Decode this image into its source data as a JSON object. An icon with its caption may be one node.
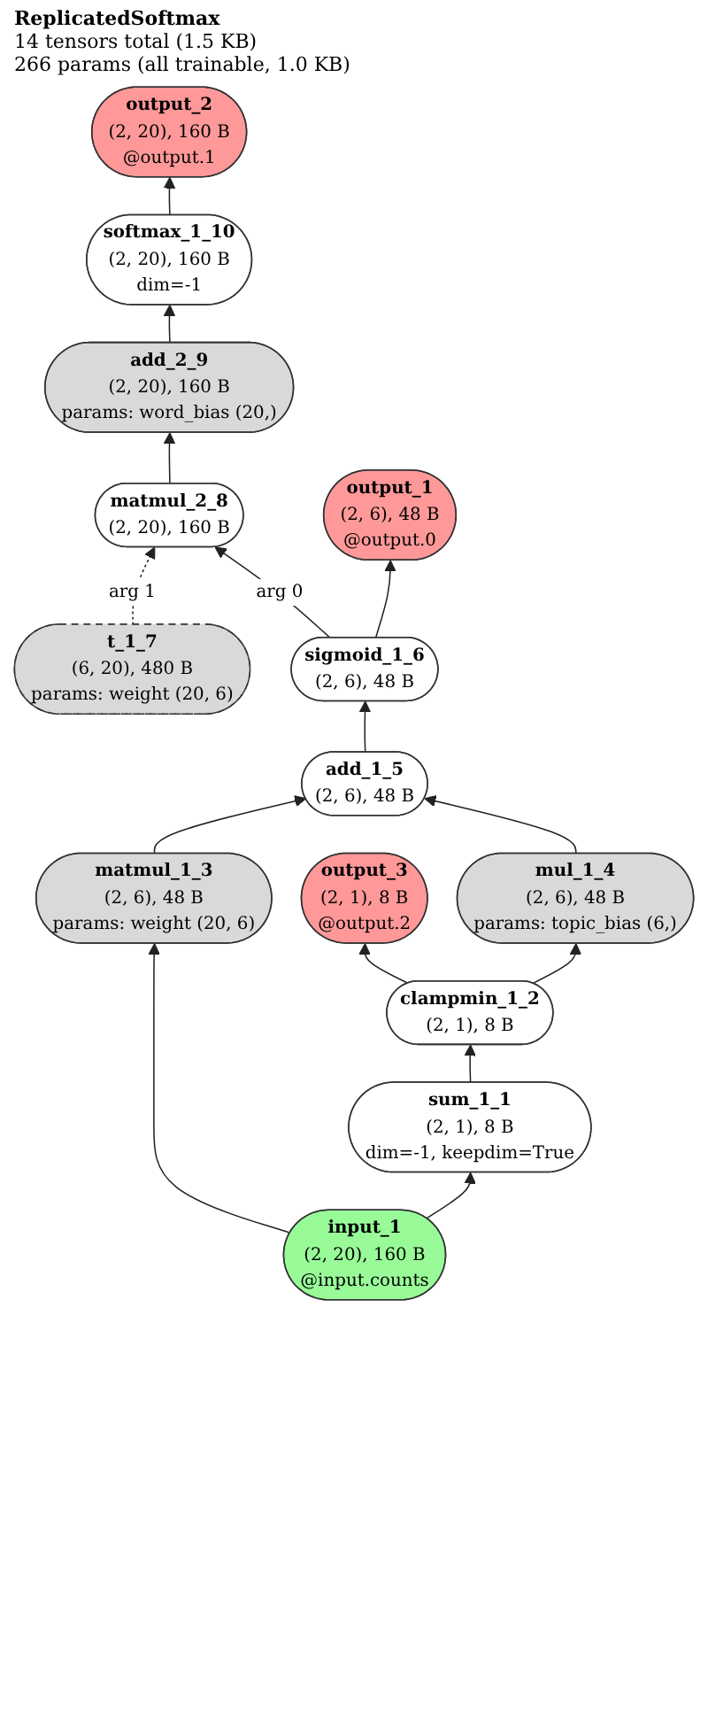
{
  "diagram": {
    "title": "ReplicatedSoftmax",
    "nodes": [
      {
        "text": [
          "output_3",
          "(2, 1), 8 B",
          "@output.2"
        ]
      },
      {
        "text": [
          "output_2",
          "(2, 20), 160 B",
          "@output.1"
        ]
      },
      {
        "text": [
          "softmax_1_10",
          "(2, 20), 160 B",
          "dim=-1"
        ]
      },
      {
        "text": [
          "add_2_9",
          "(2, 20), 160 B",
          "params: word_bias (20,)"
        ]
      },
      {
        "text": [
          "matmul_2_8",
          "(2, 20), 160 B"
        ]
      },
      {
        "text": [
          "output_1",
          "(2, 6), 48 B",
          "@output.0"
        ]
      },
      {
        "text": [
          "t_1_7",
          "(6, 20), 480 B",
          "params: weight (20, 6)"
        ]
      },
      {
        "text": [
          "sigmoid_1_6",
          "(2, 6), 48 B"
        ]
      },
      {
        "text": [
          "add_1_5",
          "(2, 6), 48 B"
        ]
      },
      {
        "text": [
          "mul_1_4",
          "(2, 6), 48 B",
          "params: topic_bias (6,)"
        ]
      },
      {
        "text": [
          "clampmin_1_2",
          "(2, 1), 8 B"
        ]
      },
      {
        "text": [
          "matmul_1_3",
          "(2, 6), 48 B",
          "params: weight (20, 6)"
        ]
      },
      {
        "text": [
          "sum_1_1",
          "(2, 1), 8 B",
          "dim=-1, keepdim=True"
        ]
      },
      {
        "text": [
          "input_1",
          "(2, 20), 160 B",
          "@input.counts"
        ]
      }
    ],
    "edges": [
      {
        "from": 13,
        "to": 12,
        "arrow": "to"
      },
      {
        "from": 13,
        "to": 11,
        "arrow": "to"
      },
      {
        "from": 12,
        "to": 10,
        "arrow": "to"
      },
      {
        "from": 10,
        "to": 9,
        "arrow": "to"
      },
      {
        "from": 10,
        "to": 0,
        "arrow": "to"
      },
      {
        "from": 9,
        "to": 8,
        "arrow": "to"
      },
      {
        "from": 11,
        "to": 8,
        "arrow": "to"
      },
      {
        "from": 8,
        "to": 7,
        "arrow": "to"
      },
      {
        "from": 7,
        "to": 5,
        "arrow": "to"
      },
      {
        "from": 7,
        "to": 4,
        "arrow": "to",
        "label": "arg 0"
      },
      {
        "from": 6,
        "to": 4,
        "arrow": "to",
        "label": "arg 1",
        "style": "dashed"
      },
      {
        "from": 4,
        "to": 3,
        "arrow": "to"
      },
      {
        "from": 3,
        "to": 2,
        "arrow": "to"
      },
      {
        "from": 2,
        "to": 1,
        "arrow": "to"
      }
    ],
    "labels": [
      "14 tensors total (1.5 KB)",
      "266 params (all trainable, 1.0 KB)"
    ]
  }
}
